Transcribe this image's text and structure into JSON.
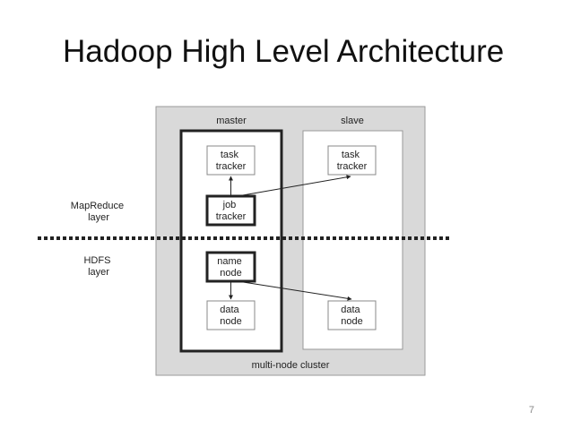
{
  "slide": {
    "title": "Hadoop High Level Architecture",
    "page_number": "7"
  },
  "diagram": {
    "columns": {
      "master": "master",
      "slave": "slave"
    },
    "layers": {
      "mapreduce": [
        "MapReduce",
        "layer"
      ],
      "hdfs": [
        "HDFS",
        "layer"
      ]
    },
    "cluster_label": "multi-node cluster",
    "nodes": {
      "master_task_tracker": [
        "task",
        "tracker"
      ],
      "master_job_tracker": [
        "job",
        "tracker"
      ],
      "master_name_node": [
        "name",
        "node"
      ],
      "master_data_node": [
        "data",
        "node"
      ],
      "slave_task_tracker": [
        "task",
        "tracker"
      ],
      "slave_data_node": [
        "data",
        "node"
      ]
    },
    "colors": {
      "cluster_bg": "#d9d9d9",
      "cluster_border": "#9a9a9a",
      "panel_bg": "#ffffff",
      "line": "#222222"
    }
  }
}
